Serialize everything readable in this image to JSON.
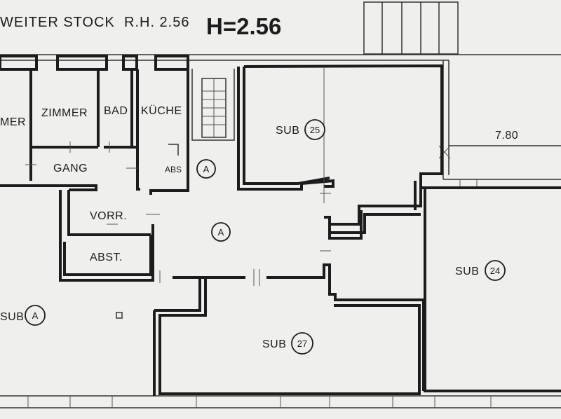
{
  "header": {
    "floor_label": "WEITER STOCK",
    "room_height": "R.H. 2.56",
    "height_big": "H=2.56"
  },
  "rooms": {
    "zimmer_left": "MER",
    "zimmer": "ZIMMER",
    "bad": "BAD",
    "kueche": "KÜCHE",
    "gang": "GANG",
    "abs": "ABS",
    "vorr": "VORR.",
    "abst": "ABST.",
    "sub_left": "SUB"
  },
  "units": {
    "sub25": {
      "label": "SUB",
      "number": "25"
    },
    "sub24": {
      "label": "SUB",
      "number": "24"
    },
    "sub27": {
      "label": "SUB",
      "number": "27"
    }
  },
  "markers": {
    "a_top": "A",
    "a_center": "A",
    "a_left": "A"
  },
  "dimensions": {
    "width_right": "7.80"
  }
}
